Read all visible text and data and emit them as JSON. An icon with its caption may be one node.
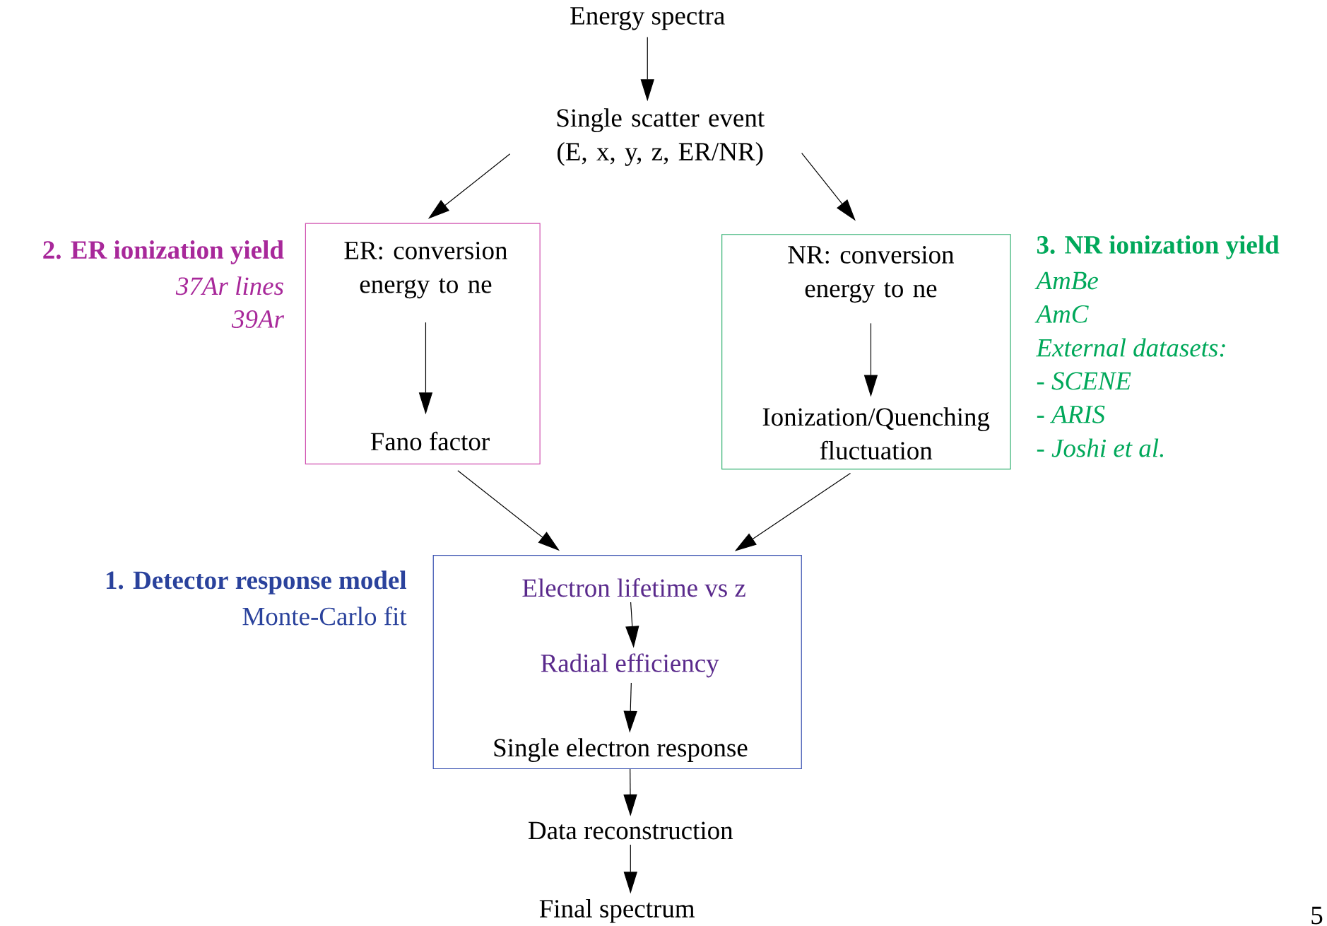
{
  "diagram": {
    "nodes": [
      {
        "text": [
          "Energy spectra"
        ]
      },
      {
        "text": [
          "Single scatter event (E, x, y, z, ER/NR)"
        ]
      },
      {
        "text": [],
        "shape": "box",
        "beside": [
          "2. ER ionization yield",
          "37Ar lines",
          "39Ar"
        ]
      },
      {
        "text": [
          "ER: conversion energy to ne"
        ],
        "in": 2
      },
      {
        "text": [
          "Fano factor"
        ],
        "in": 2
      },
      {
        "text": [],
        "shape": "box",
        "beside": [
          "3. NR ionization yield",
          "AmBe",
          "AmC",
          "External datasets:",
          "- SCENE",
          "- ARIS",
          "- Joshi et al."
        ]
      },
      {
        "text": [
          "NR: conversion energy to ne"
        ],
        "in": 5
      },
      {
        "text": [
          "Ionization/Quenching fluctuation"
        ],
        "in": 5
      },
      {
        "text": [],
        "shape": "box",
        "beside": [
          "1. Detector response model",
          "Monte-Carlo fit"
        ]
      },
      {
        "text": [
          "Electron lifetime vs z"
        ],
        "in": 8
      },
      {
        "text": [
          "Radial efficiency"
        ],
        "in": 8
      },
      {
        "text": [
          "Single electron response"
        ],
        "in": 8
      },
      {
        "text": [
          "Data reconstruction"
        ]
      },
      {
        "text": [
          "Final spectrum"
        ]
      }
    ],
    "edges": [
      {
        "from": 0,
        "to": 1,
        "arrow": "to"
      },
      {
        "from": 1,
        "to": 2,
        "arrow": "to"
      },
      {
        "from": 1,
        "to": 5,
        "arrow": "to"
      },
      {
        "from": 3,
        "to": 4,
        "arrow": "to"
      },
      {
        "from": 6,
        "to": 7,
        "arrow": "to"
      },
      {
        "from": 2,
        "to": 8,
        "arrow": "to"
      },
      {
        "from": 5,
        "to": 8,
        "arrow": "to"
      },
      {
        "from": 9,
        "to": 10,
        "arrow": "to"
      },
      {
        "from": 10,
        "to": 11,
        "arrow": "to"
      },
      {
        "from": 8,
        "to": 12,
        "arrow": "to"
      },
      {
        "from": 12,
        "to": 13,
        "arrow": "to"
      }
    ],
    "labels": [
      "5"
    ]
  }
}
